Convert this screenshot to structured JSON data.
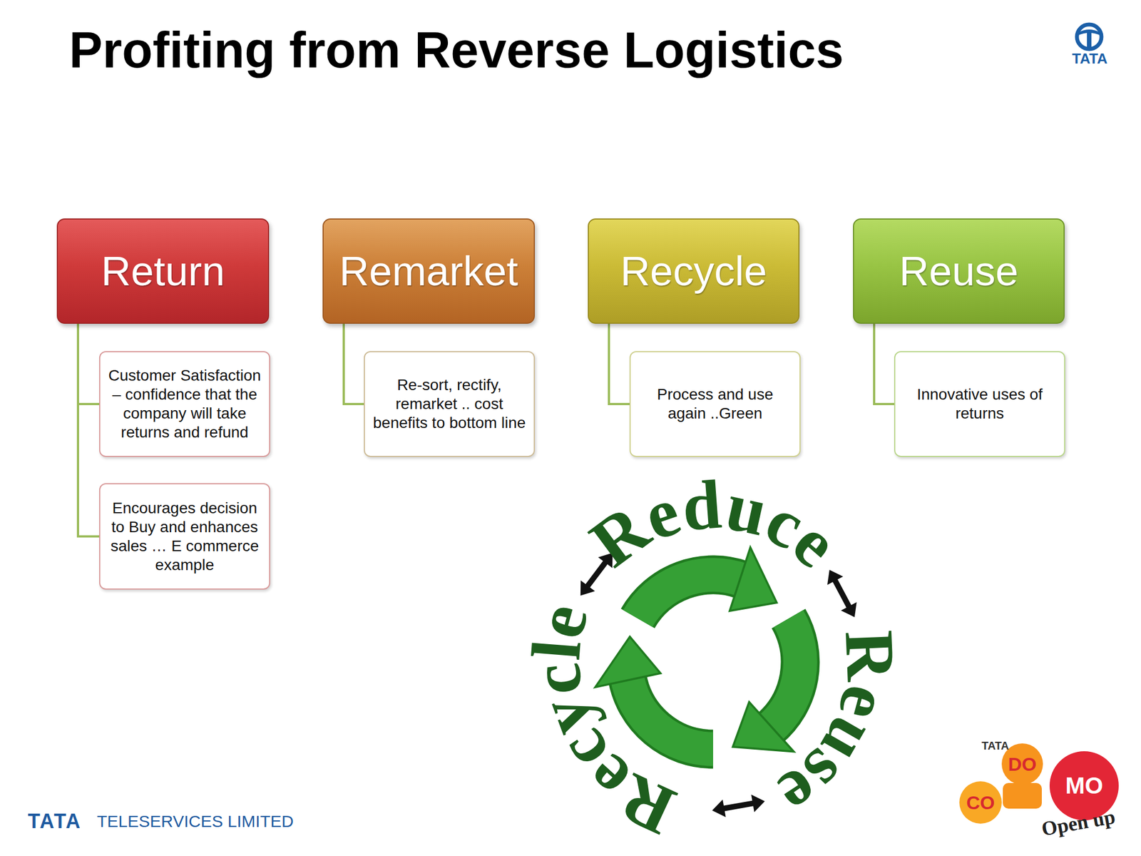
{
  "diagram": {
    "title": "Profiting from Reverse Logistics",
    "nodes": [
      {
        "text": [
          "Return"
        ]
      },
      {
        "text": [
          "Customer Satisfaction – confidence that the company will take returns and refund"
        ]
      },
      {
        "text": [
          "Encourages decision to Buy and enhances sales … E commerce example"
        ]
      },
      {
        "text": [
          "Remarket"
        ]
      },
      {
        "text": [
          "Re-sort, rectify, remarket .. cost benefits to bottom line"
        ]
      },
      {
        "text": [
          "Recycle"
        ]
      },
      {
        "text": [
          "Process and use again ..Green"
        ]
      },
      {
        "text": [
          "Reuse"
        ]
      },
      {
        "text": [
          "Innovative uses of returns"
        ]
      }
    ],
    "edges": [
      {
        "from": 0,
        "to": 1,
        "arrow": "none"
      },
      {
        "from": 0,
        "to": 2,
        "arrow": "none"
      },
      {
        "from": 3,
        "to": 4,
        "arrow": "none"
      },
      {
        "from": 5,
        "to": 6,
        "arrow": "none"
      },
      {
        "from": 7,
        "to": 8,
        "arrow": "none"
      }
    ],
    "labels": [
      "TATA",
      "Reduce",
      "Reuse",
      "Recycle",
      "TATA",
      "TELESERVICES LIMITED",
      "TATA",
      "DO",
      "CO",
      "MO",
      "Open up"
    ]
  }
}
